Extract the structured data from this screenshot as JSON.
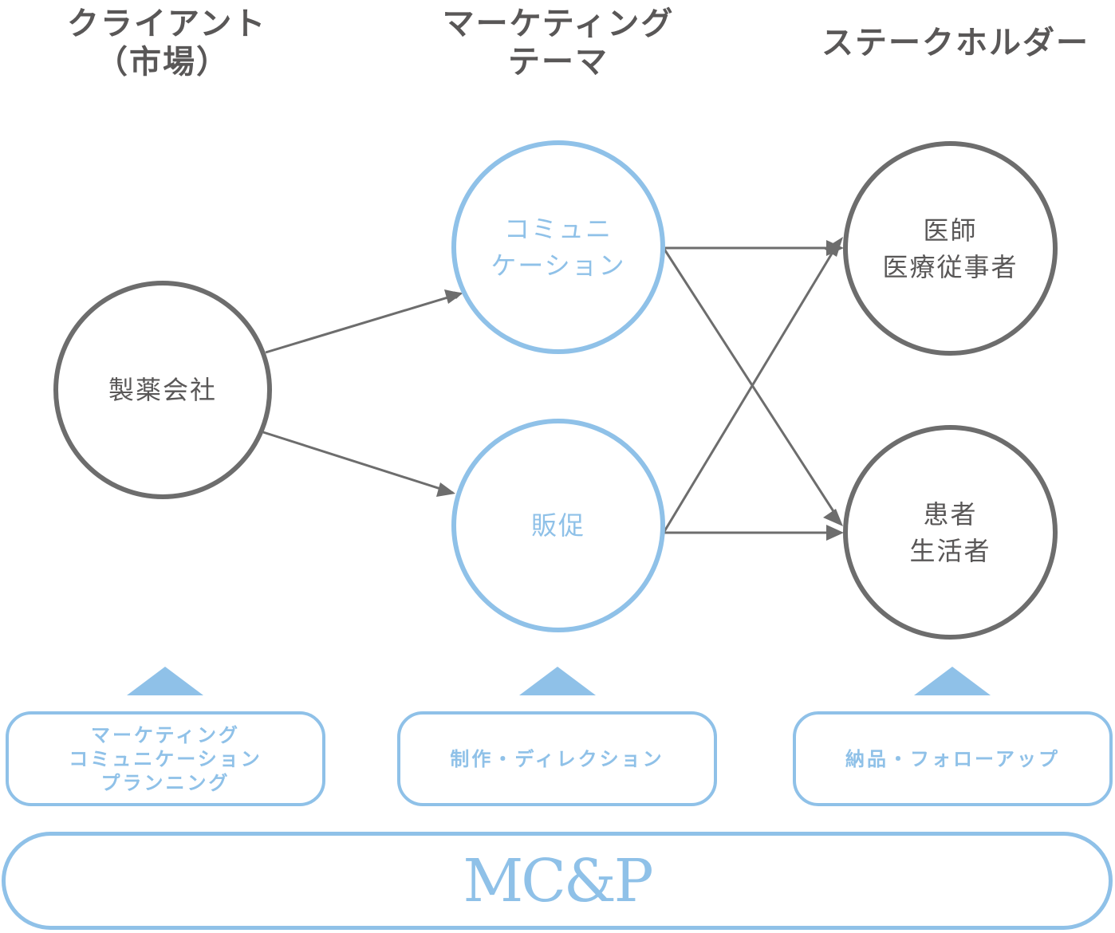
{
  "headers": {
    "client": [
      "クライアント",
      "（市場）"
    ],
    "theme": [
      "マーケティング",
      "テーマ"
    ],
    "stakeholder": [
      "ステークホルダー"
    ]
  },
  "nodes": {
    "pharma": [
      "製薬会社"
    ],
    "communication": [
      "コミュニ",
      "ケーション"
    ],
    "promotion": [
      "販促"
    ],
    "doctors": [
      "医師",
      "医療従事者"
    ],
    "patients": [
      "患者",
      "生活者"
    ]
  },
  "services": {
    "planning": [
      "マーケティング",
      "コミュニケーション",
      "プランニング"
    ],
    "production": [
      "制作・ディレクション"
    ],
    "delivery": [
      "納品・フォローアップ"
    ]
  },
  "brand": "MC&P",
  "colors": {
    "accent": "#8fc1e8",
    "gray": "#6d6d6d",
    "text": "#595757"
  }
}
